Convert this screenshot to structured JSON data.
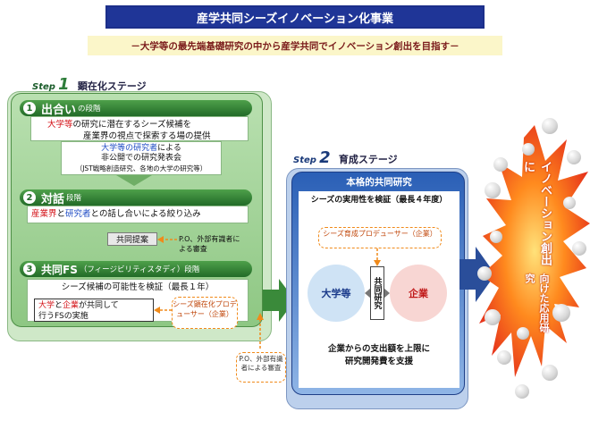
{
  "title": "産学共同シーズイノベーション化事業",
  "subtitle": "－大学等の最先端基礎研究の中から産学共同でイノベーション創出を目指す－",
  "step1": {
    "step_word": "Step",
    "number": "1",
    "name": "顕在化ステージ",
    "phase1": {
      "num": "1",
      "title": "出合い",
      "title_suffix": "の段階",
      "line1_a": "大学等",
      "line1_b": "の研究に潜在するシーズ候補を",
      "line2": "産業界の視点で探索する場の提供",
      "line3_a": "大学等の研究者",
      "line3_b": "による",
      "line4": "非公開での研究発表会",
      "line5": "（JST戦略創造研究、各地の大学の研究等）"
    },
    "phase2": {
      "num": "2",
      "title": "対話",
      "title_suffix": "段階",
      "line_a": "産業界",
      "line_b": "と",
      "line_c": "研究者",
      "line_d": "との話し合いによる絞り込み"
    },
    "proposal": "共同提案",
    "review_note": "P.O、外部有識者による審査",
    "phase3": {
      "num": "3",
      "title": "共同FS",
      "title_suffix": "（フィージビリティスタディ）段階",
      "line1": "シーズ候補の可能性を検証（最長１年）",
      "line2_a": "大学",
      "line2_b": "と",
      "line2_c": "企業",
      "line2_d": "が共同して",
      "line3": "行うFSの実施",
      "producer": "シーズ顕在化プロデューサー（企業）"
    },
    "bottom_review": "P.O、外部有識者による審査"
  },
  "step2": {
    "step_word": "Step",
    "number": "2",
    "name": "育成ステージ",
    "header": "本格的共同研究",
    "subheader": "シーズの実用性を検証（最長４年度）",
    "producer": "シーズ育成プロデューサー（企業）",
    "univ": "大学等",
    "joint": "共同研究",
    "company": "企業",
    "footer_line1": "企業からの支出額を上限に",
    "footer_line2": "研究開発費を支援"
  },
  "goal": {
    "line1": "イノベーション創出に",
    "line2": "向けた応用研究"
  },
  "colors": {
    "title_bg": "#1f3597",
    "step1_green": "#226b28",
    "step2_blue": "#2a5fb6",
    "red_text": "#d4141a",
    "blue_text": "#1e4bc4",
    "orange_border": "#f08a1a"
  }
}
